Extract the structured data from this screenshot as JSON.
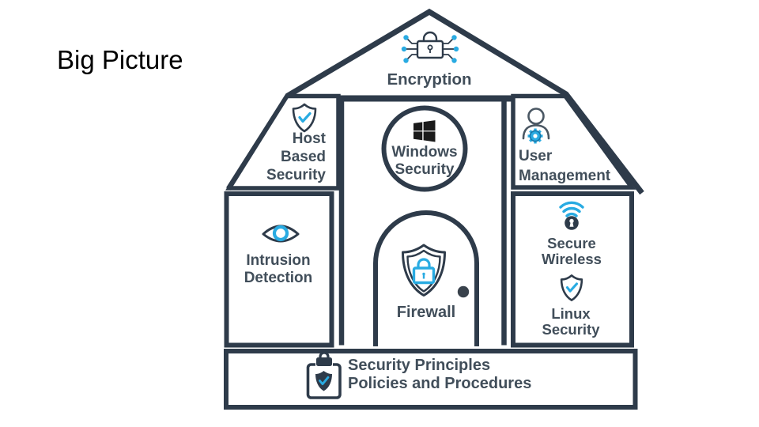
{
  "slide": {
    "title": "Big Picture"
  },
  "colors": {
    "outline": "#2e3b4a",
    "accent": "#29abe2",
    "label_text": "#414e5a",
    "windows_logo": "#1a1a1a",
    "door_knob": "#39424c"
  },
  "house": {
    "roof": {
      "label": "Encryption",
      "icon": "circuit-lock-icon"
    },
    "host_based": {
      "line1": "Host",
      "line2": "Based",
      "line3": "Security",
      "icon": "shield-check-icon"
    },
    "windows": {
      "line1": "Windows",
      "line2": "Security",
      "icon": "windows-logo-icon"
    },
    "user_mgmt": {
      "line1": "User",
      "line2": "Management",
      "icon": "user-gear-icon"
    },
    "intrusion": {
      "line1": "Intrusion",
      "line2": "Detection",
      "icon": "eye-icon"
    },
    "firewall": {
      "label": "Firewall",
      "icon": "shield-lock-icon"
    },
    "wireless": {
      "line1": "Secure",
      "line2": "Wireless",
      "icon": "wifi-lock-icon"
    },
    "linux": {
      "line1": "Linux",
      "line2": "Security",
      "icon": "shield-check-icon"
    },
    "foundation": {
      "line1": "Security Principles",
      "line2": "Policies and Procedures",
      "icon": "clipboard-shield-icon"
    }
  }
}
